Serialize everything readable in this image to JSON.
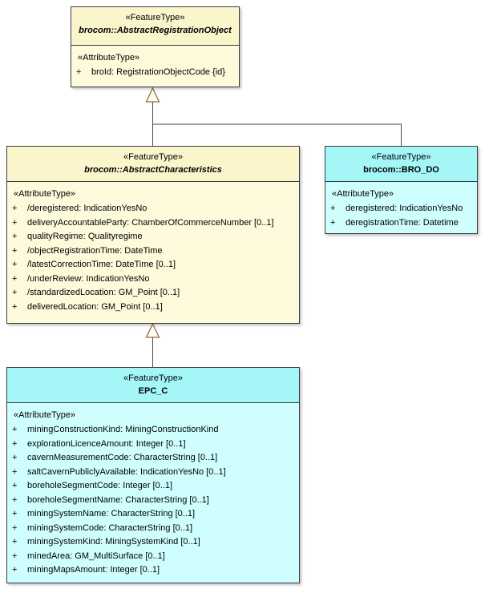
{
  "symbols": {
    "plus": "+"
  },
  "colors": {
    "yellow_header": "#FBF5CC",
    "yellow_body": "#FDFBDC",
    "cyan_header": "#A5F7F7",
    "cyan_body": "#CFFEFE",
    "box_border": "#3C3C3C",
    "connector_line": "#4A4A4A",
    "generalization_arrow_outline": "#8E6F3E"
  },
  "classes": {
    "abstract_registration_object": {
      "stereotype": "«FeatureType»",
      "name": "brocom::AbstractRegistrationObject",
      "attr_stereotype": "«AttributeType»",
      "attributes": [
        "broId: RegistrationObjectCode {id}"
      ]
    },
    "abstract_characteristics": {
      "stereotype": "«FeatureType»",
      "name": "brocom::AbstractCharacteristics",
      "attr_stereotype": "«AttributeType»",
      "attributes": [
        "/deregistered: IndicationYesNo",
        "deliveryAccountableParty: ChamberOfCommerceNumber [0..1]",
        "qualityRegime: Qualityregime",
        "/objectRegistrationTime: DateTime",
        "/latestCorrectionTime: DateTime [0..1]",
        "/underReview: IndicationYesNo",
        "/standardizedLocation: GM_Point [0..1]",
        "deliveredLocation: GM_Point [0..1]"
      ]
    },
    "bro_do": {
      "stereotype": "«FeatureType»",
      "name": "brocom::BRO_DO",
      "attr_stereotype": "«AttributeType»",
      "attributes": [
        "deregistered: IndicationYesNo",
        "deregistrationTime: Datetime"
      ]
    },
    "epc_c": {
      "stereotype": "«FeatureType»",
      "name": "EPC_C",
      "attr_stereotype": "«AttributeType»",
      "attributes": [
        "miningConstructionKind: MiningConstructionKind",
        "explorationLicenceAmount: Integer [0..1]",
        "cavernMeasurementCode: CharacterString [0..1]",
        "saltCavernPubliclyAvailable: IndicationYesNo [0..1]",
        "boreholeSegmentCode: Integer [0..1]",
        "boreholeSegmentName: CharacterString [0..1]",
        "miningSystemName: CharacterString [0..1]",
        "miningSystemCode: CharacterString [0..1]",
        "miningSystemKind: MiningSystemKind [0..1]",
        "minedArea: GM_MultiSurface [0..1]",
        "miningMapsAmount: Integer [0..1]"
      ]
    }
  }
}
